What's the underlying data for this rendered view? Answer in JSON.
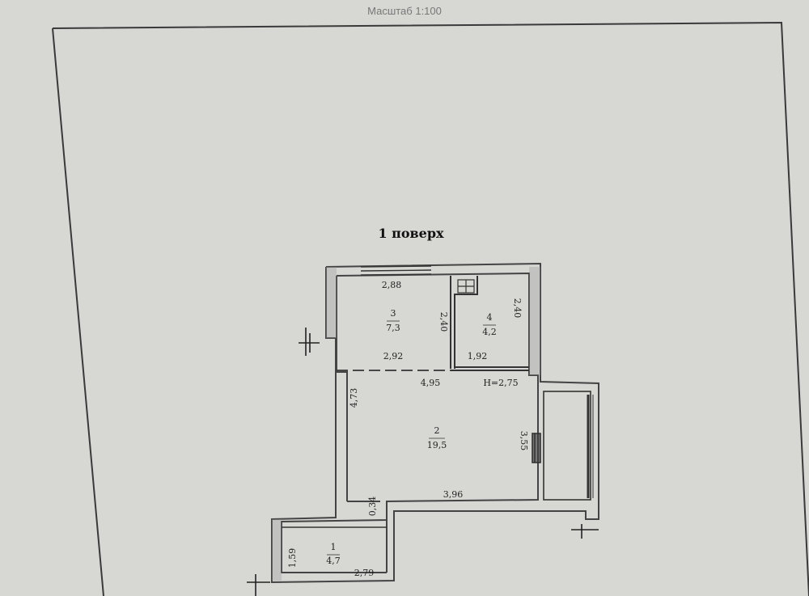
{
  "scale_label": "Масштаб 1:100",
  "floor_title": "1 поверх",
  "rooms": [
    {
      "number": "1",
      "area": "4,7"
    },
    {
      "number": "2",
      "area": "19,5"
    },
    {
      "number": "3",
      "area": "7,3"
    },
    {
      "number": "4",
      "area": "4,2"
    }
  ],
  "dimensions": {
    "room3_top_width": "2,88",
    "room3_bottom_width": "2,92",
    "room3_depth": "2,40",
    "room4_depth": "2,40",
    "room4_bottom_width": "1,92",
    "room2_top_width": "4,95",
    "ceiling_height": "H=2,75",
    "room2_left_depth": "4,73",
    "room2_right_depth": "3,55",
    "room2_bottom_width": "3,96",
    "step_depth": "0,34",
    "room1_depth": "1,59",
    "room1_width": "2,79"
  },
  "colors": {
    "paper": "#d7d8d4",
    "wall": "#4a4a4a",
    "line": "#333333"
  }
}
